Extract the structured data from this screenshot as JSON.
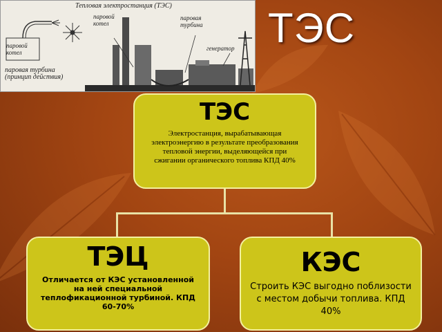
{
  "slide": {
    "title": "ТЭС"
  },
  "illustration": {
    "caption": "Тепловая электростанция (ТЭС)",
    "label_boiler_small": "паровой котел",
    "label_turbine_principle": "паровая турбина (принцип действия)",
    "label_boiler": "паровой котел",
    "label_turbine": "паровая турбина",
    "label_generator": "генератор"
  },
  "diagram": {
    "root": {
      "title": "ТЭС",
      "description": "Электростанция, вырабатывающая электроэнергию в результате преобразования тепловой энергии, выделяющейся при сжигании органического топлива КПД 40%"
    },
    "left": {
      "title": "ТЭЦ",
      "description": "Отличается от КЭС установленной на ней специальной теплофикационной турбиной. КПД 60-70%"
    },
    "right": {
      "title": "КЭС",
      "description": "Строить КЭС выгодно поблизости с местом добычи топлива. КПД 40%"
    }
  },
  "colors": {
    "background": "#a24512",
    "node_fill": "#cdc51a",
    "node_border": "#f4f0a0"
  }
}
